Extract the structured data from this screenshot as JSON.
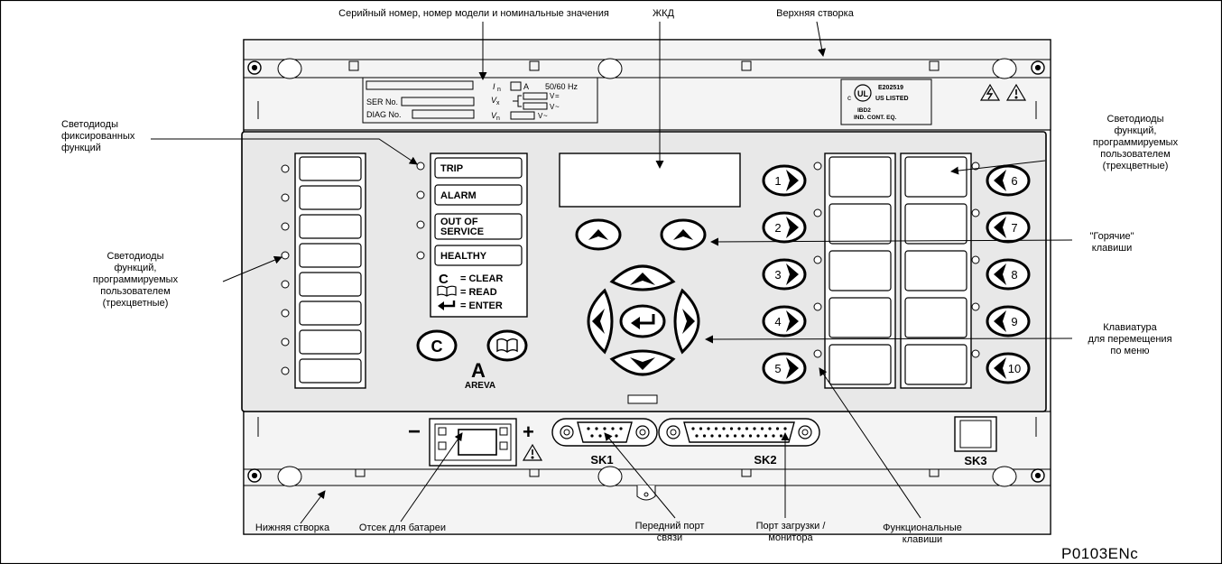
{
  "callouts": {
    "serial": "Серийный номер, номер модели и номинальные значения",
    "lcd": "ЖКД",
    "top_cover": "Верхняя створка",
    "fixed_leds": [
      "Светодиоды",
      "фиксированных",
      "функций"
    ],
    "prog_leds_left": [
      "Светодиоды",
      "функций,",
      "программируемых",
      "пользователем",
      "(трехцветные)"
    ],
    "prog_leds_right": [
      "Светодиоды",
      "функций,",
      "программируемых",
      "пользователем",
      "(трехцветные)"
    ],
    "hotkeys": [
      "\"Горячие\"",
      "клавиши"
    ],
    "menu_keypad": [
      "Клавиатура",
      "для перемещения",
      "по меню"
    ],
    "bottom_cover": "Нижняя створка",
    "battery": "Отсек для батареи",
    "front_port": [
      "Передний порт",
      "связи"
    ],
    "monitor_port": [
      "Порт загрузки /",
      "монитора"
    ],
    "function_keys": [
      "Функциональные",
      "клавиши"
    ]
  },
  "rating_plate": {
    "ser_label": "SER No.",
    "diag_label": "DIAG No.",
    "in_label": "I",
    "in_sub": "n",
    "in_unit": "A",
    "freq": "50/60 Hz",
    "vx_label": "V",
    "vx_sub": "x",
    "vn_label": "V",
    "vn_sub": "n",
    "v_dc": "V",
    "v_dc_sym": "=",
    "v_ac": "V",
    "v_ac_sym": "~"
  },
  "ul_mark": {
    "logo": "UL",
    "c": "c",
    "file": "E202519",
    "listed": "US LISTED",
    "code": "IBD2",
    "desc": "IND. CONT. EQ."
  },
  "fixed_led_labels": [
    "TRIP",
    "ALARM",
    "OUT OF",
    "SERVICE",
    "HEALTHY"
  ],
  "legend": {
    "clear_sym": "C",
    "clear": "= CLEAR",
    "read": "= READ",
    "enter": "= ENTER"
  },
  "brand": {
    "logo": "A",
    "name": "AREVA"
  },
  "function_keys_left": [
    "1",
    "2",
    "3",
    "4",
    "5"
  ],
  "function_keys_right": [
    "6",
    "7",
    "8",
    "9",
    "10"
  ],
  "ports": {
    "battery_minus": "−",
    "battery_plus": "+",
    "sk1": "SK1",
    "sk2": "SK2",
    "sk3": "SK3"
  },
  "reference_code": "P0103ENc"
}
